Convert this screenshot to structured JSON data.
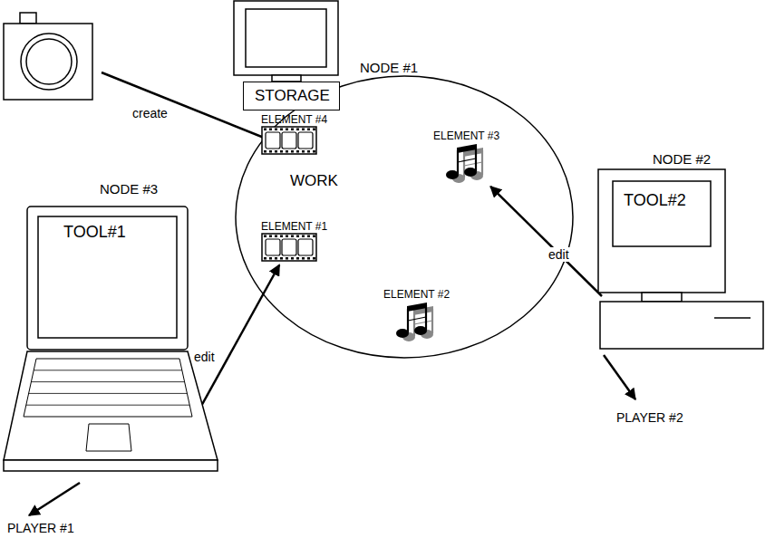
{
  "diagram": {
    "nodes": [
      {
        "text": [
          "NODE #1"
        ]
      },
      {
        "text": [
          "STORAGE"
        ],
        "in": 0
      },
      {
        "text": [
          "WORK"
        ]
      },
      {
        "text": [
          "ELEMENT #4"
        ],
        "in": 2
      },
      {
        "text": [
          "ELEMENT #3"
        ],
        "in": 2
      },
      {
        "text": [
          "ELEMENT #1"
        ],
        "in": 2
      },
      {
        "text": [
          "ELEMENT #2"
        ],
        "in": 2
      },
      {
        "text": [
          "NODE #3",
          "TOOL#1"
        ]
      },
      {
        "text": [
          "NODE #2",
          "TOOL#2"
        ]
      }
    ],
    "edges": [
      {
        "from": 7,
        "to": 5,
        "label": "edit",
        "arrow": "to"
      },
      {
        "from": 8,
        "to": 4,
        "label": "edit",
        "arrow": "to"
      }
    ],
    "labels": [
      "create",
      "PLAYER #1",
      "PLAYER #2"
    ]
  }
}
